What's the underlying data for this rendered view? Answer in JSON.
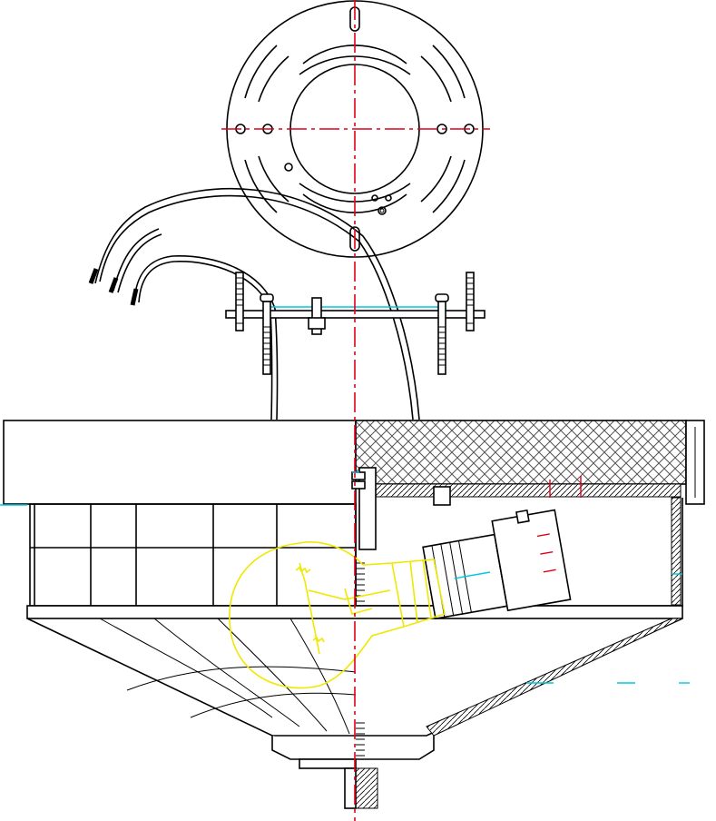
{
  "drawing": {
    "colors": {
      "line": "#000000",
      "centerline": "#e0001a",
      "bulb": "#f0e800",
      "construction": "#00c8e0",
      "background": "#ffffff"
    },
    "components": [
      "mounting-plate",
      "supply-wires",
      "crossbar-bracket",
      "mounting-screws",
      "fixture-housing",
      "insulation-layer",
      "lamp-socket",
      "light-bulb",
      "glass-shade",
      "finial-nut"
    ]
  }
}
